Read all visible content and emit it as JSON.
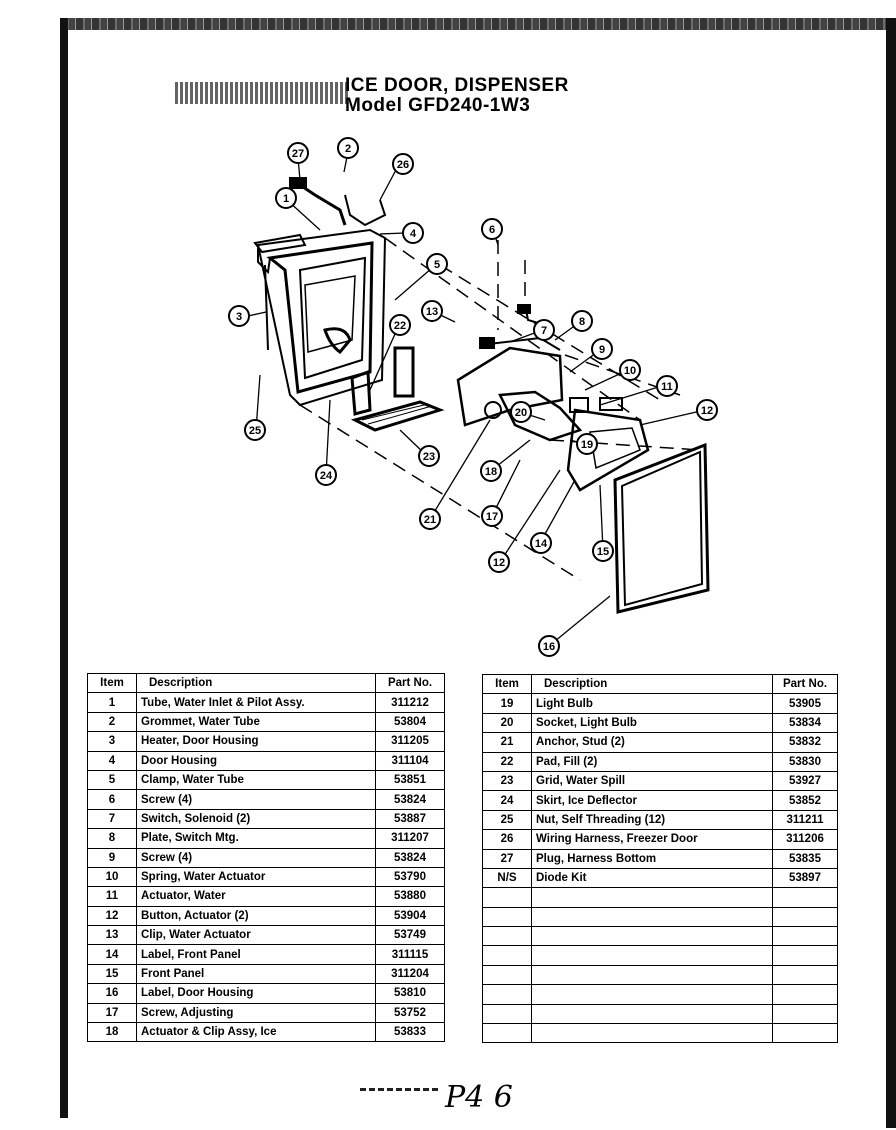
{
  "header": {
    "title": "ICE DOOR, DISPENSER",
    "model": "Model GFD240-1W3"
  },
  "callouts": [
    "27",
    "2",
    "26",
    "1",
    "4",
    "5",
    "3",
    "22",
    "25",
    "24",
    "23",
    "6",
    "13",
    "7",
    "8",
    "9",
    "10",
    "11",
    "12",
    "20",
    "19",
    "18",
    "17",
    "21",
    "12",
    "14",
    "15",
    "16"
  ],
  "table_left": {
    "headers": [
      "Item",
      "Description",
      "Part No."
    ],
    "rows": [
      [
        "1",
        "Tube, Water Inlet & Pilot Assy.",
        "311212"
      ],
      [
        "2",
        "Grommet, Water Tube",
        "53804"
      ],
      [
        "3",
        "Heater, Door Housing",
        "311205"
      ],
      [
        "4",
        "Door Housing",
        "311104"
      ],
      [
        "5",
        "Clamp, Water Tube",
        "53851"
      ],
      [
        "6",
        "Screw (4)",
        "53824"
      ],
      [
        "7",
        "Switch, Solenoid (2)",
        "53887"
      ],
      [
        "8",
        "Plate, Switch Mtg.",
        "311207"
      ],
      [
        "9",
        "Screw (4)",
        "53824"
      ],
      [
        "10",
        "Spring, Water Actuator",
        "53790"
      ],
      [
        "11",
        "Actuator, Water",
        "53880"
      ],
      [
        "12",
        "Button, Actuator (2)",
        "53904"
      ],
      [
        "13",
        "Clip, Water Actuator",
        "53749"
      ],
      [
        "14",
        "Label, Front Panel",
        "311115"
      ],
      [
        "15",
        "Front Panel",
        "311204"
      ],
      [
        "16",
        "Label, Door Housing",
        "53810"
      ],
      [
        "17",
        "Screw, Adjusting",
        "53752"
      ],
      [
        "18",
        "Actuator & Clip Assy, Ice",
        "53833"
      ]
    ]
  },
  "table_right": {
    "headers": [
      "Item",
      "Description",
      "Part No."
    ],
    "rows": [
      [
        "19",
        "Light Bulb",
        "53905"
      ],
      [
        "20",
        "Socket, Light Bulb",
        "53834"
      ],
      [
        "21",
        "Anchor, Stud (2)",
        "53832"
      ],
      [
        "22",
        "Pad, Fill (2)",
        "53830"
      ],
      [
        "23",
        "Grid, Water Spill",
        "53927"
      ],
      [
        "24",
        "Skirt, Ice Deflector",
        "53852"
      ],
      [
        "25",
        "Nut, Self Threading (12)",
        "311211"
      ],
      [
        "26",
        "Wiring Harness, Freezer Door",
        "311206"
      ],
      [
        "27",
        "Plug, Harness Bottom",
        "53835"
      ],
      [
        "N/S",
        "Diode Kit",
        "53897"
      ],
      [
        "",
        "",
        ""
      ],
      [
        "",
        "",
        ""
      ],
      [
        "",
        "",
        ""
      ],
      [
        "",
        "",
        ""
      ],
      [
        "",
        "",
        ""
      ],
      [
        "",
        "",
        ""
      ],
      [
        "",
        "",
        ""
      ],
      [
        "",
        "",
        ""
      ]
    ]
  },
  "footer": {
    "handwritten_note": "P4 6"
  }
}
